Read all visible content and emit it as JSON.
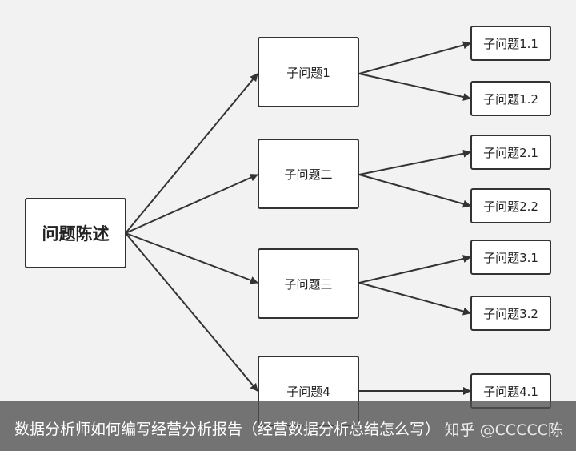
{
  "diagram": {
    "root": "问题陈述",
    "branches": [
      {
        "label": "子问题1",
        "children": [
          "子问题1.1",
          "子问题1.2"
        ]
      },
      {
        "label": "子问题二",
        "children": [
          "子问题2.1",
          "子问题2.2"
        ]
      },
      {
        "label": "子问题三",
        "children": [
          "子问题3.1",
          "子问题3.2"
        ]
      },
      {
        "label": "子问题4",
        "children": [
          "子问题4.1"
        ]
      }
    ]
  },
  "caption": {
    "title": "数据分析师如何编写经营分析报告（经营数据分析总结怎么写）",
    "watermark": "知乎 @CCCCC陈"
  },
  "colors": {
    "background": "#f2f2f2",
    "box_border": "#333333",
    "arrow": "#333333"
  }
}
